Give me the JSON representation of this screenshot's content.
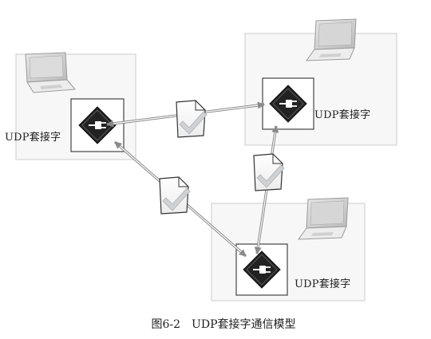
{
  "nodes": {
    "left": {
      "label": "UDP套接字"
    },
    "right": {
      "label": "UDP套接字"
    },
    "bottom": {
      "label": "UDP套接字"
    }
  },
  "caption": "图6-2　UDP套接字通信模型",
  "colors": {
    "panel_border": "#d4d4d4",
    "panel_fill": "#f7f7f7",
    "arrow": "#8a8a8a",
    "diamond": "#222222",
    "check": "#cfd2d4",
    "laptop_screen": "#c9c9c9"
  },
  "icons": [
    "laptop-icon",
    "socket-diamond-icon",
    "packet-check-icon"
  ]
}
